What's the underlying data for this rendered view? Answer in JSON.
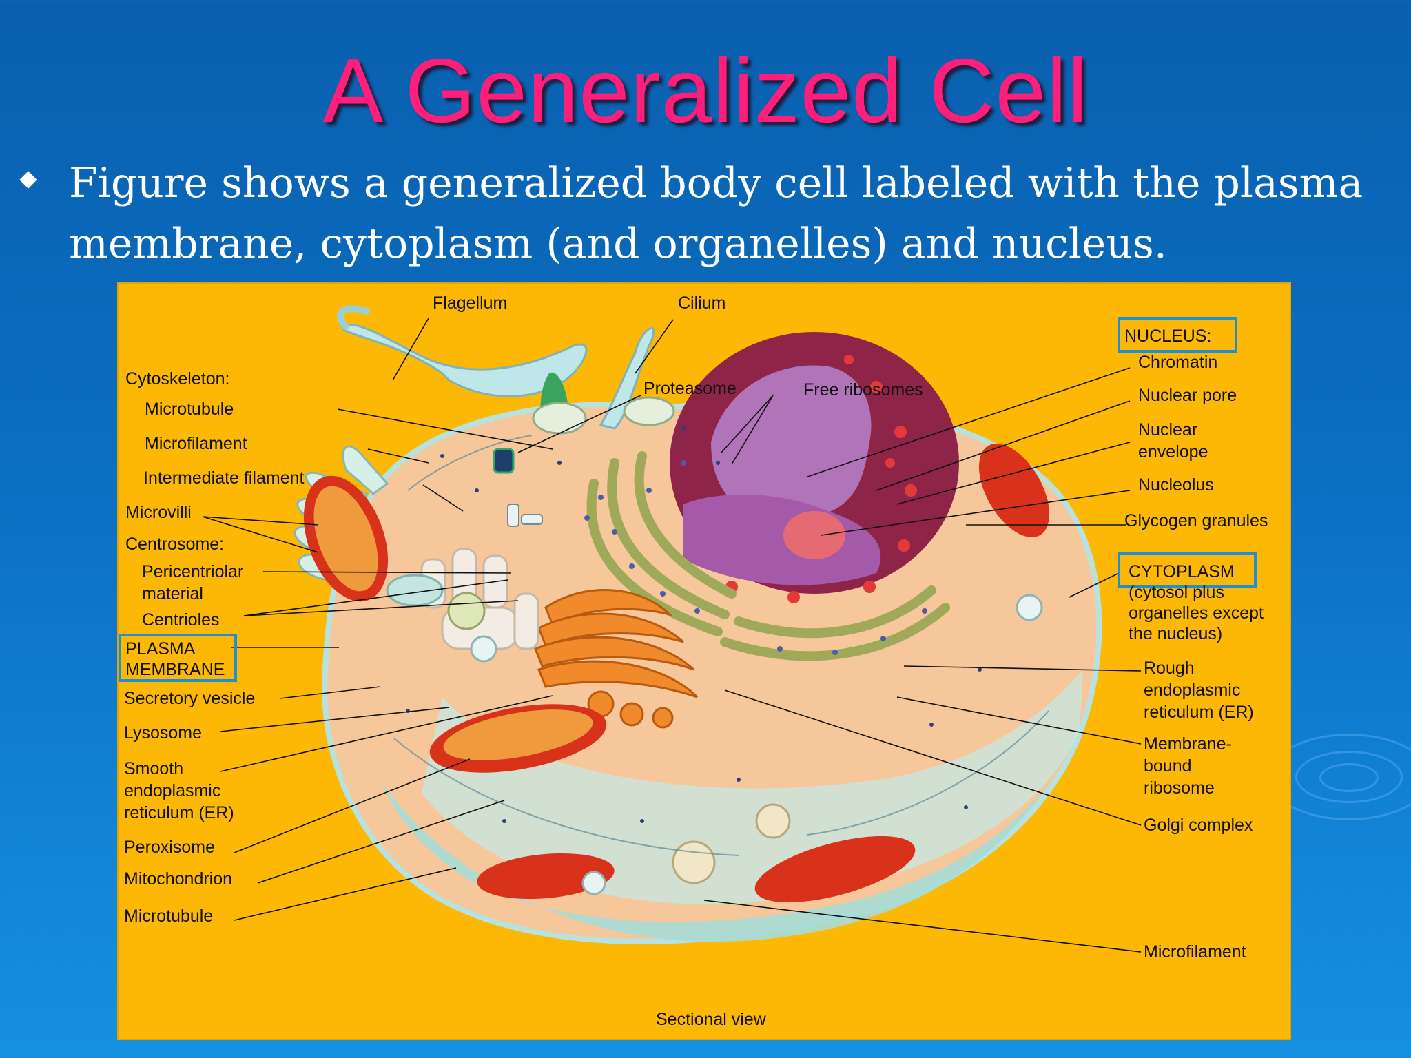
{
  "slide": {
    "title": "A Generalized Cell",
    "bullet": "Figure shows a generalized body cell labeled with the plasma membrane, cytoplasm (and organelles) and nucleus."
  },
  "figure": {
    "caption": "Sectional view",
    "labels": {
      "flagellum": "Flagellum",
      "cilium": "Cilium",
      "cytoskeleton": "Cytoskeleton:",
      "microtubule_top": "Microtubule",
      "microfilament_left": "Microfilament",
      "intermediate_filament": "Intermediate filament",
      "microvilli": "Microvilli",
      "centrosome": "Centrosome:",
      "pericentriolar_1": "Pericentriolar",
      "pericentriolar_2": "material",
      "centrioles": "Centrioles",
      "plasma_membrane_1": "PLASMA",
      "plasma_membrane_2": "MEMBRANE",
      "secretory_vesicle": "Secretory vesicle",
      "lysosome": "Lysosome",
      "smooth_er_1": "Smooth",
      "smooth_er_2": "endoplasmic",
      "smooth_er_3": "reticulum (ER)",
      "peroxisome": "Peroxisome",
      "mitochondrion": "Mitochondrion",
      "microtubule_bottom": "Microtubule",
      "proteasome": "Proteasome",
      "free_ribosomes": "Free ribosomes",
      "nucleus": "NUCLEUS:",
      "chromatin": "Chromatin",
      "nuclear_pore": "Nuclear pore",
      "nuclear_envelope_1": "Nuclear",
      "nuclear_envelope_2": "envelope",
      "nucleolus": "Nucleolus",
      "glycogen_granules": "Glycogen granules",
      "cytoplasm": "CYTOPLASM",
      "cytoplasm_note_1": "(cytosol plus",
      "cytoplasm_note_2": "organelles except",
      "cytoplasm_note_3": "the nucleus)",
      "rough_er_1": "Rough",
      "rough_er_2": "endoplasmic",
      "rough_er_3": "reticulum (ER)",
      "membrane_ribosome_1": "Membrane-",
      "membrane_ribosome_2": "bound",
      "membrane_ribosome_3": "ribosome",
      "golgi": "Golgi complex",
      "microfilament_right": "Microfilament"
    }
  }
}
